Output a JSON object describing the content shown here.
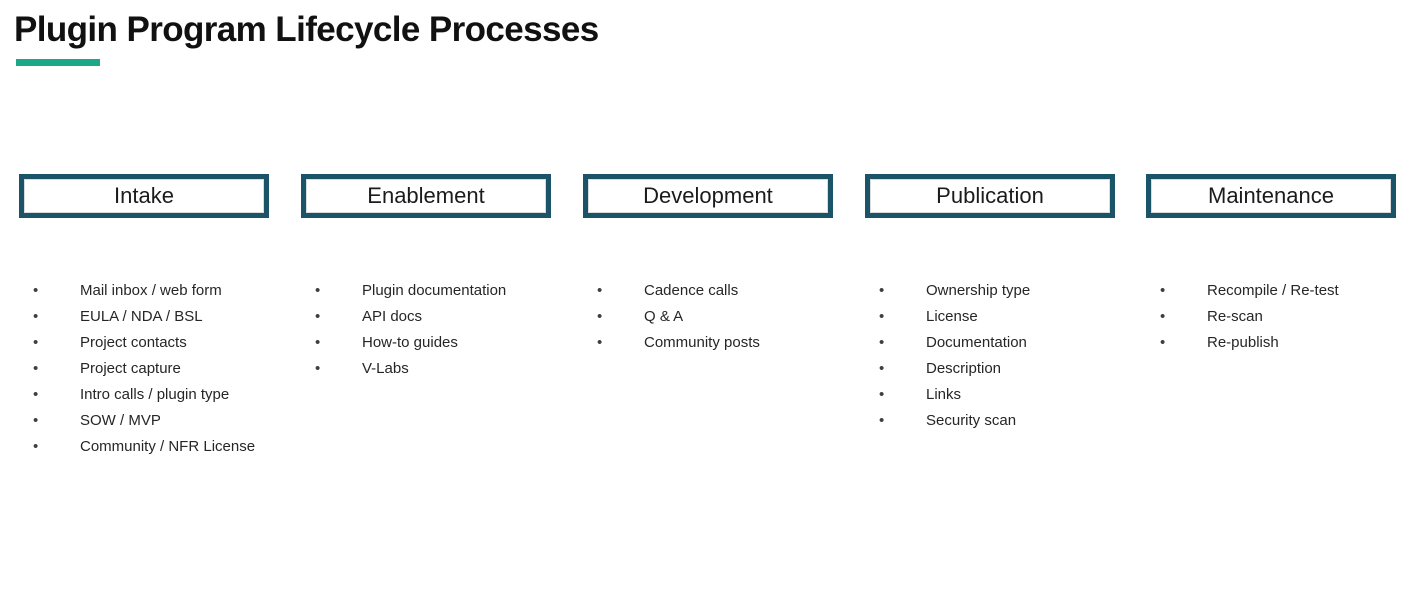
{
  "slide": {
    "title": "Plugin Program Lifecycle Processes",
    "accent_color": "#1aa886",
    "box_border_color": "#1b5468",
    "background_color": "#ffffff",
    "text_color": "#262626"
  },
  "bullet_glyph": "•",
  "phases": [
    {
      "label": "Intake",
      "items": [
        "Mail inbox / web form",
        "EULA / NDA / BSL",
        "Project contacts",
        "Project capture",
        "Intro calls / plugin type",
        "SOW / MVP",
        "Community / NFR License"
      ]
    },
    {
      "label": "Enablement",
      "items": [
        "Plugin documentation",
        "API docs",
        "How-to guides",
        "V-Labs"
      ]
    },
    {
      "label": "Development",
      "items": [
        "Cadence calls",
        "Q & A",
        "Community posts"
      ]
    },
    {
      "label": "Publication",
      "items": [
        "Ownership type",
        "License",
        "Documentation",
        "Description",
        "Links",
        "Security scan"
      ]
    },
    {
      "label": "Maintenance",
      "items": [
        "Recompile / Re-test",
        "Re-scan",
        "Re-publish"
      ]
    }
  ]
}
